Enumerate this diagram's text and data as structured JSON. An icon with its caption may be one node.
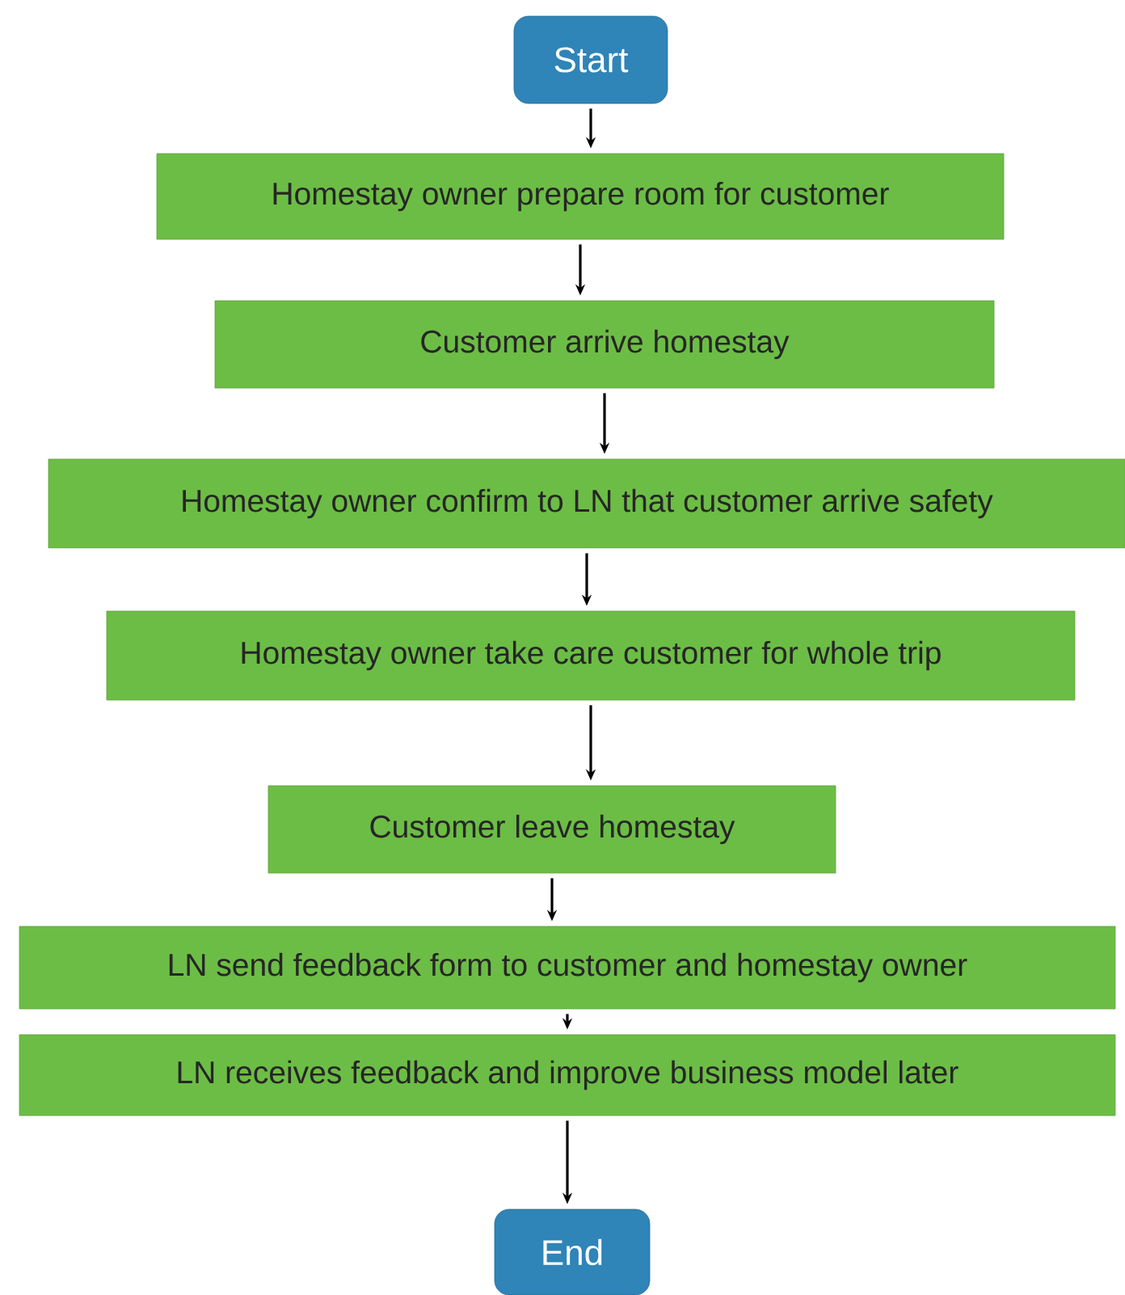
{
  "diagram": {
    "nodes": [
      {
        "text": [
          "Start"
        ]
      },
      {
        "text": [
          "Homestay owner prepare room for customer"
        ]
      },
      {
        "text": [
          "Customer arrive homestay"
        ]
      },
      {
        "text": [
          "Homestay owner confirm to LN that customer arrive safety"
        ]
      },
      {
        "text": [
          "Homestay owner take care customer for whole trip"
        ]
      },
      {
        "text": [
          "Customer leave homestay"
        ]
      },
      {
        "text": [
          "LN send feedback form to customer and homestay owner"
        ]
      },
      {
        "text": [
          "LN receives feedback and improve business model later"
        ]
      },
      {
        "text": [
          "End"
        ]
      }
    ],
    "edges": [
      {
        "from": 0,
        "to": 1,
        "arrow": "to"
      },
      {
        "from": 1,
        "to": 2,
        "arrow": "to"
      },
      {
        "from": 2,
        "to": 3,
        "arrow": "to"
      },
      {
        "from": 3,
        "to": 4,
        "arrow": "to"
      },
      {
        "from": 4,
        "to": 5,
        "arrow": "to"
      },
      {
        "from": 5,
        "to": 6,
        "arrow": "to"
      },
      {
        "from": 6,
        "to": 7,
        "arrow": "to"
      },
      {
        "from": 7,
        "to": 8,
        "arrow": "to"
      }
    ]
  }
}
